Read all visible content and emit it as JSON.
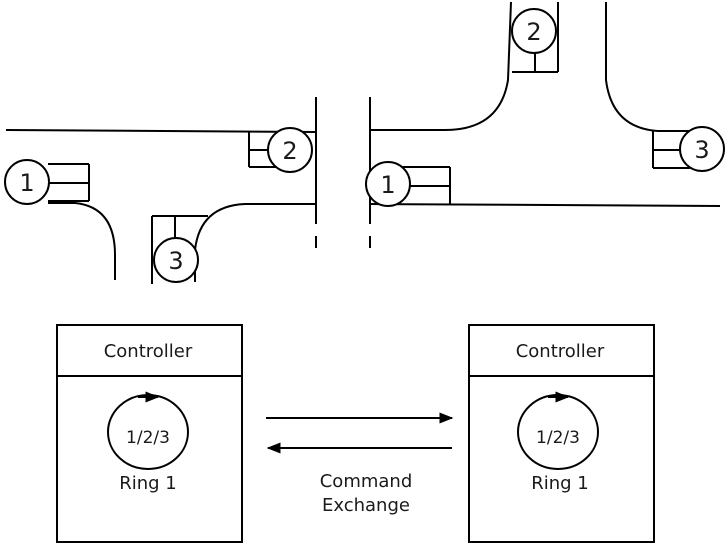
{
  "intersection_left": {
    "signal_1": "1",
    "signal_2": "2",
    "signal_3": "3"
  },
  "intersection_right": {
    "signal_1": "1",
    "signal_2": "2",
    "signal_3": "3"
  },
  "controller_left": {
    "title": "Controller",
    "ring_phases": "1/2/3",
    "ring_label": "Ring 1"
  },
  "controller_right": {
    "title": "Controller",
    "ring_phases": "1/2/3",
    "ring_label": "Ring 1"
  },
  "exchange": {
    "line1": "Command",
    "line2": "Exchange"
  }
}
